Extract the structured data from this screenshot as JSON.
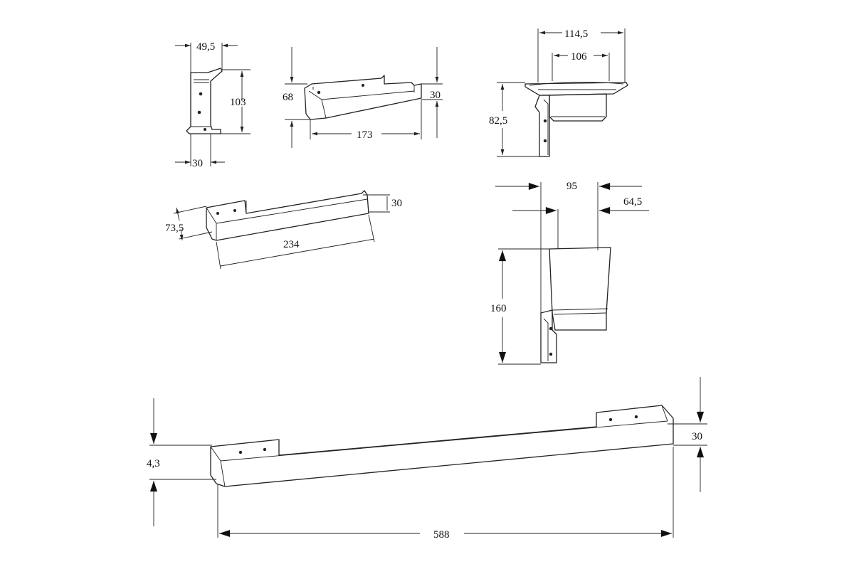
{
  "drawing": {
    "dimensions": {
      "hook_width": "49,5",
      "hook_height": "103",
      "hook_depth": "30",
      "paper_holder_height": "68",
      "paper_holder_depth": "30",
      "paper_holder_length": "173",
      "soap_dish_outer": "114,5",
      "soap_dish_inner": "106",
      "soap_dish_height": "82,5",
      "small_towel_bar_projection": "73,5",
      "small_towel_bar_depth": "30",
      "small_towel_bar_length": "234",
      "tumbler_projection": "95",
      "tumbler_width": "64,5",
      "tumbler_height": "160",
      "towel_bar_height": "4,3",
      "towel_bar_depth": "30",
      "towel_bar_length": "588"
    }
  }
}
